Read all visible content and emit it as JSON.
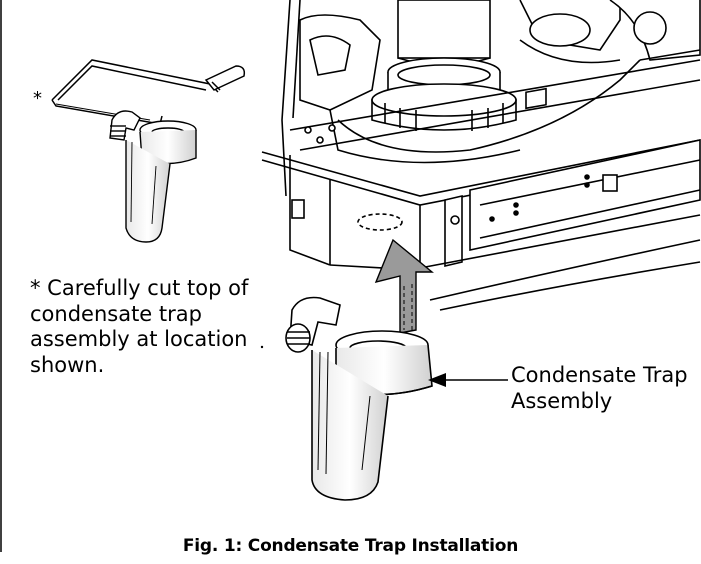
{
  "figure": {
    "star_marker": "*",
    "note_text": "* Carefully cut top of condensate trap assembly at location shown.",
    "callout_line1": "Condensate Trap",
    "callout_line2": "Assembly",
    "caption": "Fig. 1: Condensate Trap Installation"
  },
  "colors": {
    "line": "#000000",
    "arrow_fill": "#9a9a9a",
    "fill_light": "#ffffff",
    "shade": "#d8d8d8"
  },
  "icons": [
    "saw-icon",
    "arrow-up-icon",
    "callout-arrow-icon"
  ]
}
